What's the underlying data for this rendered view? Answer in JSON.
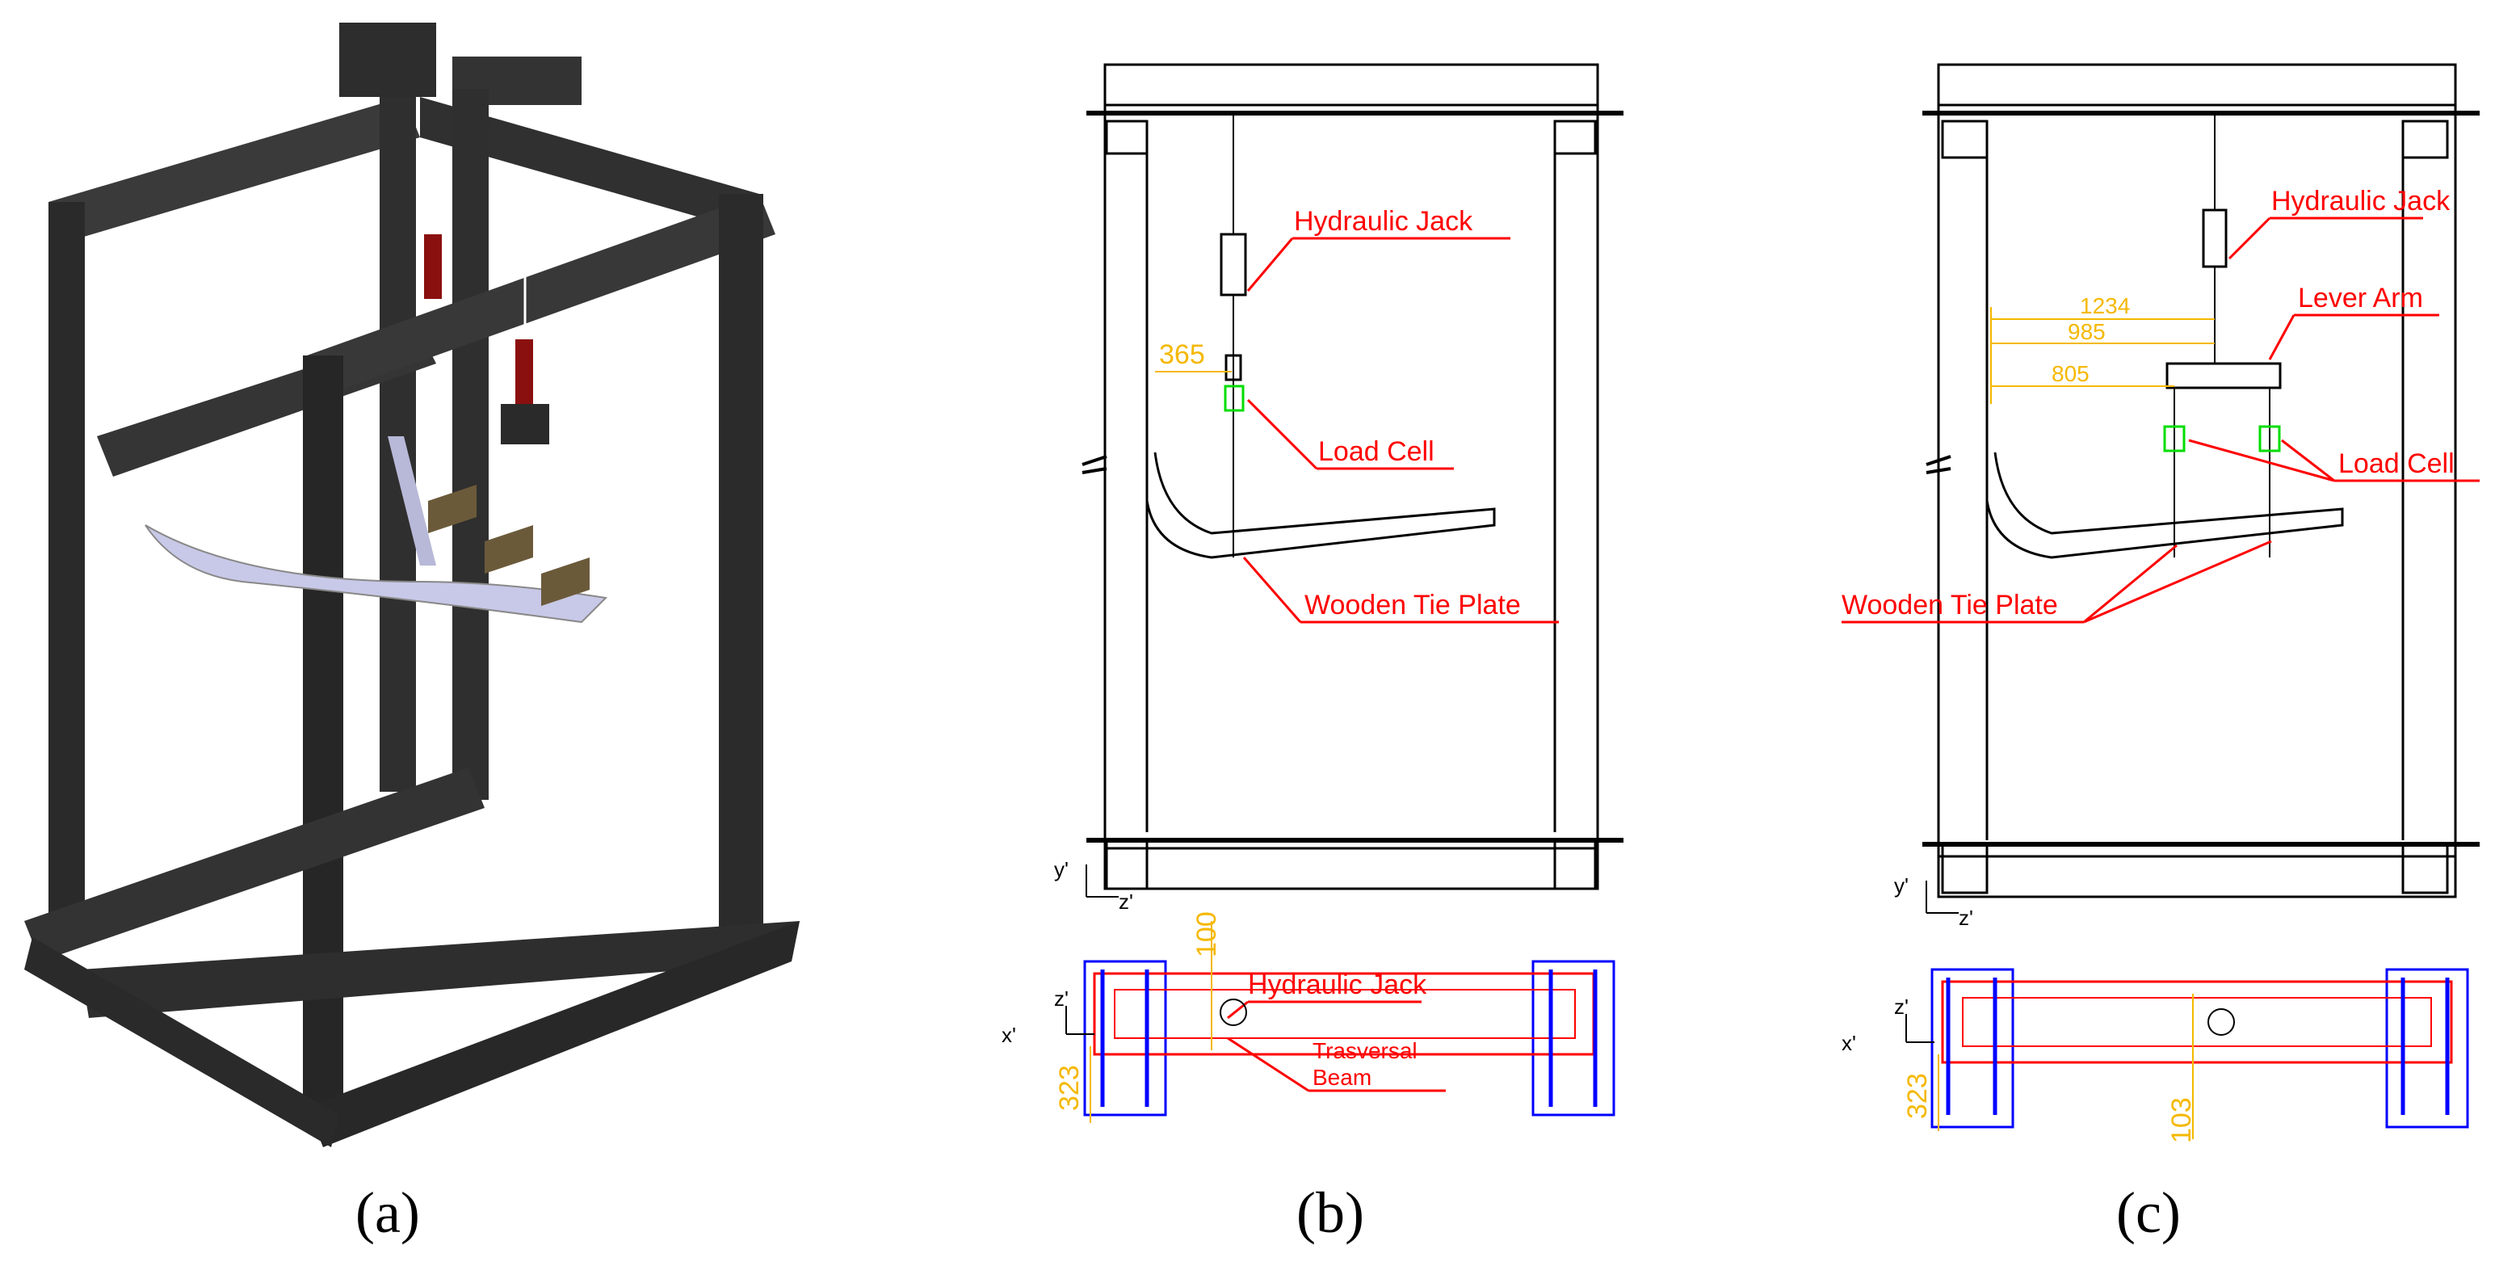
{
  "panels": {
    "a": {
      "label": "(a)"
    },
    "b": {
      "label": "(b)",
      "callouts": {
        "hydraulic_jack": "Hydraulic Jack",
        "load_cell": "Load Cell",
        "wooden_tie_plate": "Wooden Tie Plate",
        "hydraulic_jack_top": "Hydraulic Jack",
        "trasversal_beam_line1": "Trasversal",
        "trasversal_beam_line2": "Beam"
      },
      "dimensions": {
        "jack_offset": "365",
        "plan_offset": "100",
        "plan_width": "323"
      },
      "axes": {
        "elev_y": "y'",
        "elev_z": "z'",
        "plan_z": "z'",
        "plan_x": "x'"
      }
    },
    "c": {
      "label": "(c)",
      "callouts": {
        "hydraulic_jack": "Hydraulic Jack",
        "lever_arm": "Lever Arm",
        "load_cell": "Load Cell",
        "wooden_tie_plate": "Wooden Tie Plate"
      },
      "dimensions": {
        "d1": "1234",
        "d2": "985",
        "d3": "805",
        "plan_width": "323",
        "plan_offset": "103"
      },
      "axes": {
        "elev_y": "y'",
        "elev_z": "z'",
        "plan_z": "z'",
        "plan_x": "x'"
      }
    }
  },
  "colors": {
    "frame": "#000000",
    "callout": "#ff0000",
    "dimension": "#f5b800",
    "load_cell": "#00dd00",
    "plan_outline": "#0000ff",
    "frame_3d": "#2d2d2d",
    "plate_3d": "#c8c8e8",
    "jack_3d": "#8a1010"
  }
}
